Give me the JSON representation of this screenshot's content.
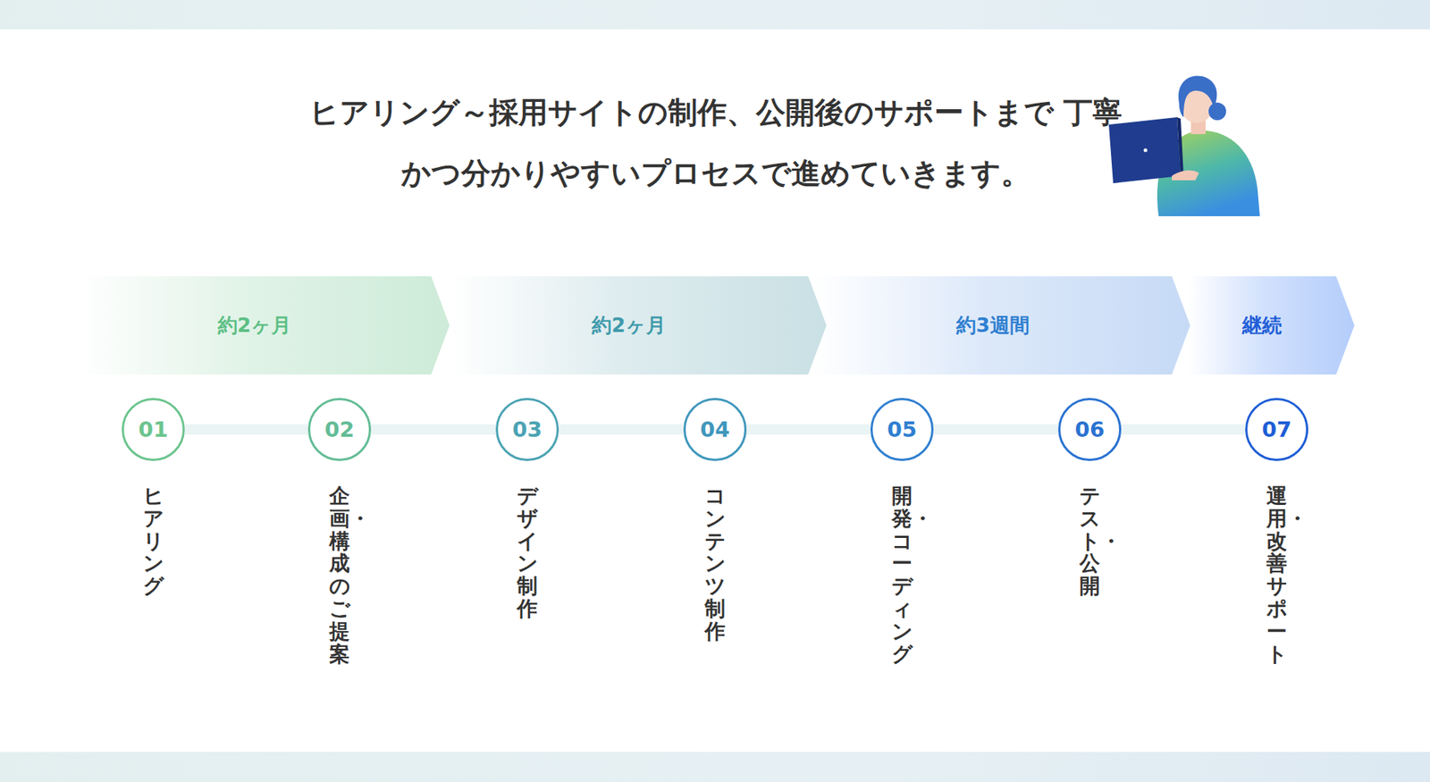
{
  "diagram": {
    "title": "ヒアリング～採用サイトの制作、公開後のサポートまで 丁寧かつ分かりやすいプロセスで進めていきます。",
    "nodes": [
      {
        "text": [
          "約2ヶ月"
        ]
      },
      {
        "text": [
          "約2ヶ月"
        ]
      },
      {
        "text": [
          "約3週間"
        ]
      },
      {
        "text": [
          "継続"
        ]
      },
      {
        "text": [
          "01",
          "ヒアリング"
        ]
      },
      {
        "text": [
          "02",
          "企画・構成のご提案"
        ]
      },
      {
        "text": [
          "03",
          "デザイン制作"
        ]
      },
      {
        "text": [
          "04",
          "コンテンツ制作"
        ]
      },
      {
        "text": [
          "05",
          "開発・コーディング"
        ]
      },
      {
        "text": [
          "06",
          "テスト・公開"
        ]
      },
      {
        "text": [
          "07",
          "運用・改善サポート"
        ]
      }
    ],
    "edges": [
      {
        "from": 4,
        "to": 5,
        "arrow": "none"
      },
      {
        "from": 5,
        "to": 6,
        "arrow": "none"
      },
      {
        "from": 6,
        "to": 7,
        "arrow": "none"
      },
      {
        "from": 7,
        "to": 8,
        "arrow": "none"
      },
      {
        "from": 8,
        "to": 9,
        "arrow": "none"
      },
      {
        "from": 9,
        "to": 10,
        "arrow": "none"
      }
    ]
  }
}
